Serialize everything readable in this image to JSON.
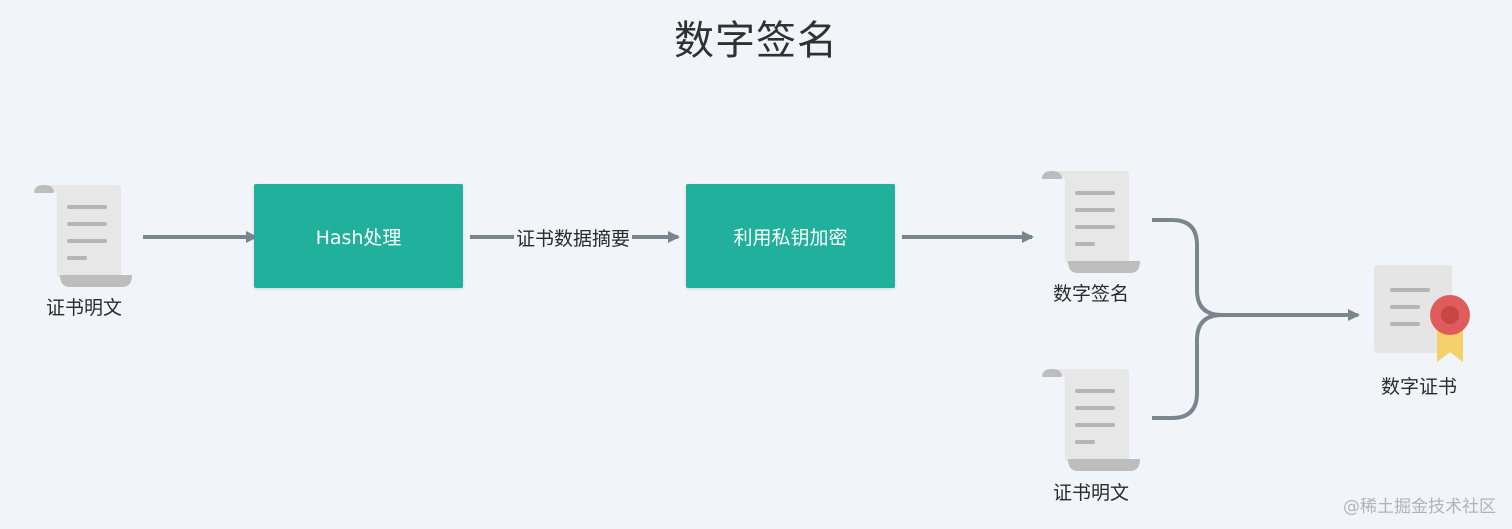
{
  "title": "数字签名",
  "nodes": {
    "plaintext_doc_label": "证书明文",
    "hash_box_label": "Hash处理",
    "encrypt_box_label": "利用私钥加密",
    "signature_doc_label": "数字签名",
    "plaintext_doc2_label": "证书明文",
    "certificate_label": "数字证书"
  },
  "edges": {
    "digest_label": "证书数据摘要"
  },
  "colors": {
    "background": "#f1f4f8",
    "box_fill": "#20b09c",
    "arrow": "#7b858e",
    "seal": "#e05b5b",
    "ribbon": "#f3d06a"
  },
  "watermark": "@稀土掘金技术社区"
}
